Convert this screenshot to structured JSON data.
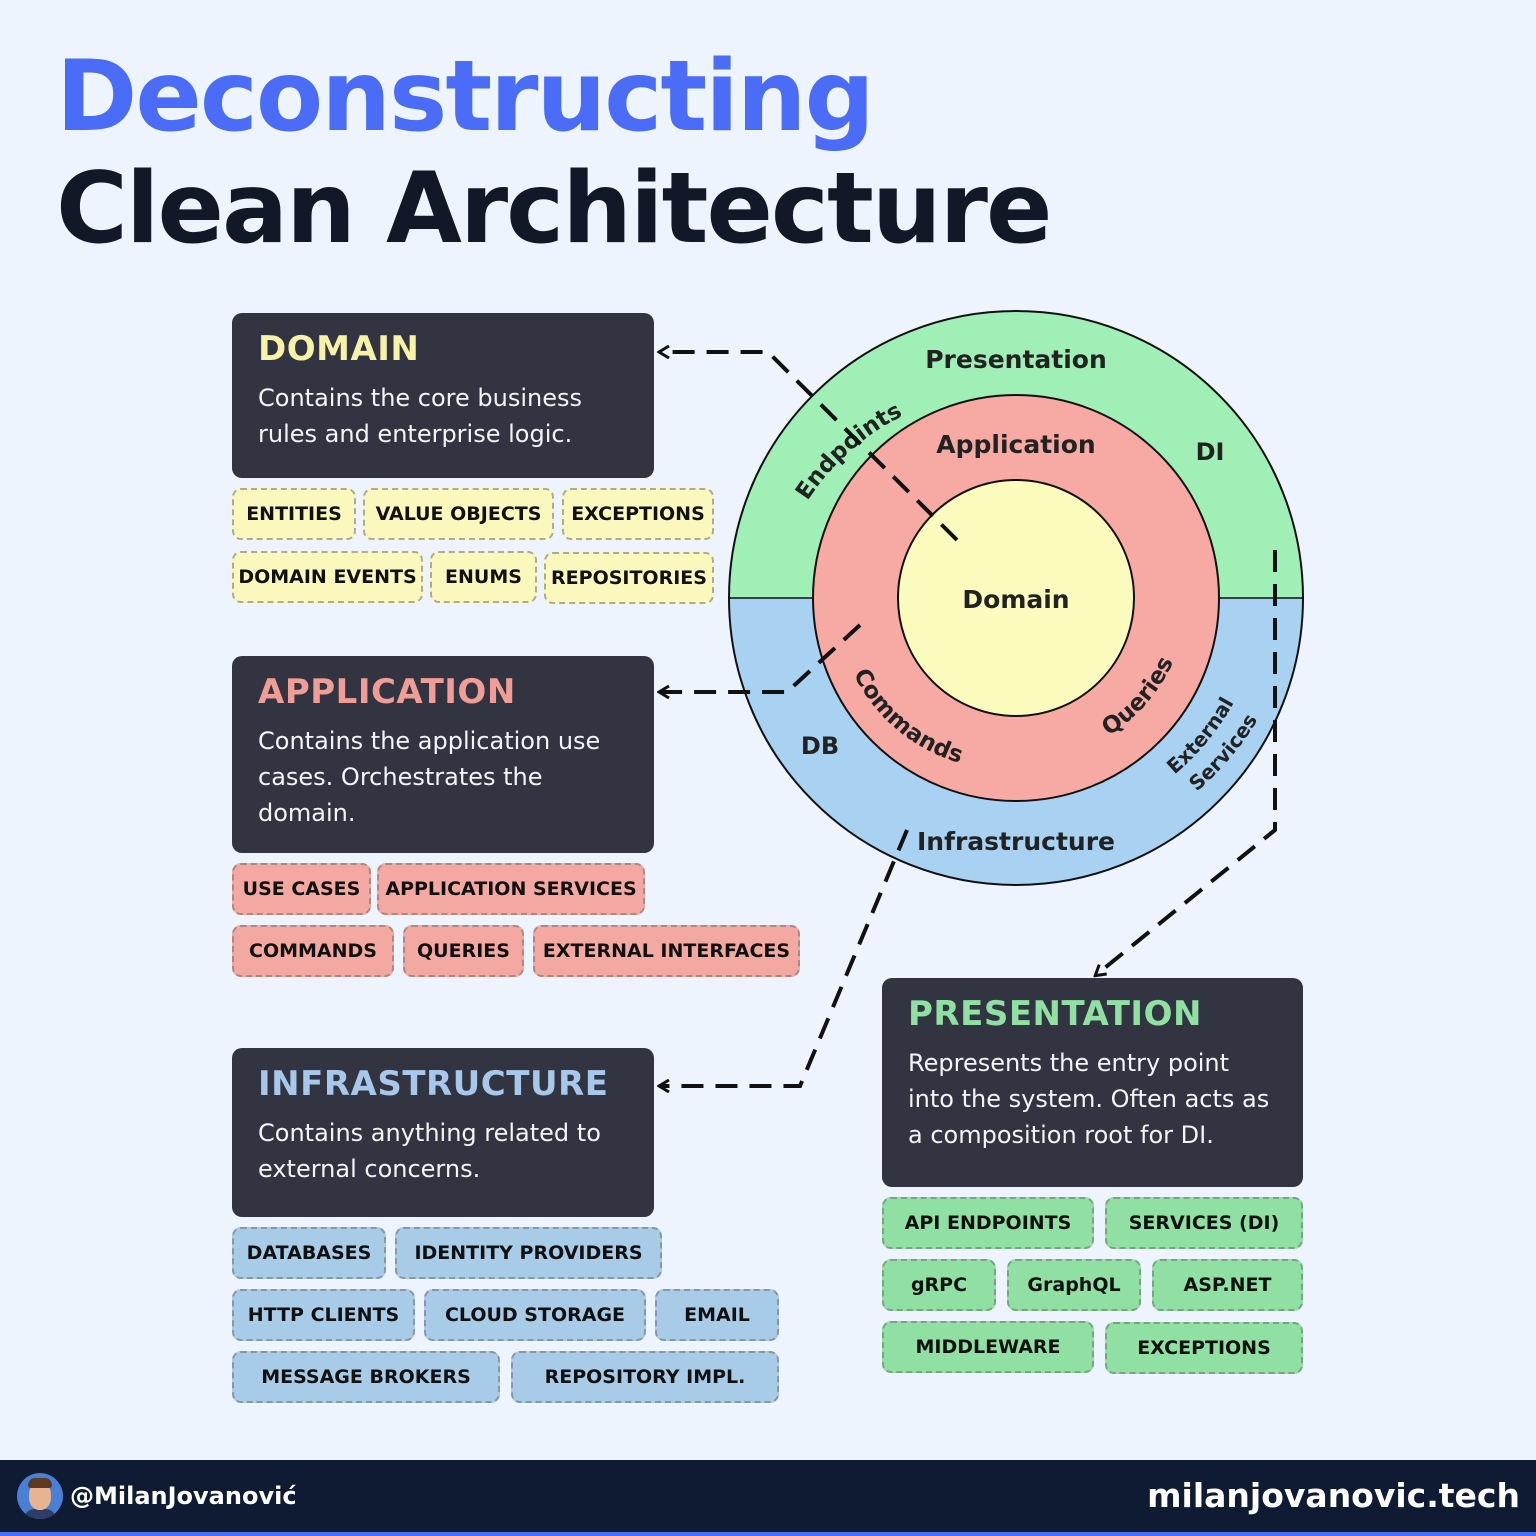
{
  "title": {
    "line1": "Deconstructing",
    "line2": "Clean Architecture"
  },
  "colors": {
    "accent": "#4a6cf7",
    "card_bg": "#323541",
    "domain": "#fbf8be",
    "application": "#f3a9a1",
    "infrastructure": "#a8cbe8",
    "presentation": "#8fe0a2"
  },
  "cards": {
    "domain": {
      "title": "DOMAIN",
      "title_color": "#f6f2a8",
      "description": "Contains the core business rules and enterprise logic.",
      "tags": [
        "ENTITIES",
        "VALUE OBJECTS",
        "EXCEPTIONS",
        "DOMAIN EVENTS",
        "ENUMS",
        "REPOSITORIES"
      ]
    },
    "application": {
      "title": "APPLICATION",
      "title_color": "#ef9d96",
      "description": "Contains the application use cases. Orchestrates the domain.",
      "tags": [
        "USE CASES",
        "APPLICATION SERVICES",
        "COMMANDS",
        "QUERIES",
        "EXTERNAL INTERFACES"
      ]
    },
    "infrastructure": {
      "title": "INFRASTRUCTURE",
      "title_color": "#a7c8ea",
      "description": "Contains anything related to external concerns.",
      "tags": [
        "DATABASES",
        "IDENTITY PROVIDERS",
        "HTTP CLIENTS",
        "CLOUD STORAGE",
        "EMAIL",
        "MESSAGE BROKERS",
        "REPOSITORY IMPL."
      ]
    },
    "presentation": {
      "title": "PRESENTATION",
      "title_color": "#8fe0a2",
      "description": "Represents the entry point into the system. Often acts as a composition root for DI.",
      "tags": [
        "API ENDPOINTS",
        "SERVICES (DI)",
        "gRPC",
        "GraphQL",
        "ASP.NET",
        "MIDDLEWARE",
        "EXCEPTIONS"
      ]
    }
  },
  "diagram": {
    "presentation": "Presentation",
    "application": "Application",
    "domain": "Domain",
    "infrastructure": "Infrastructure",
    "endpoints": "Endpoints",
    "di": "DI",
    "db": "DB",
    "commands": "Commands",
    "queries": "Queries",
    "external_line1": "External",
    "external_line2": "Services"
  },
  "footer": {
    "handle": "@MilanJovanović",
    "site": "milanjovanovic.tech"
  }
}
